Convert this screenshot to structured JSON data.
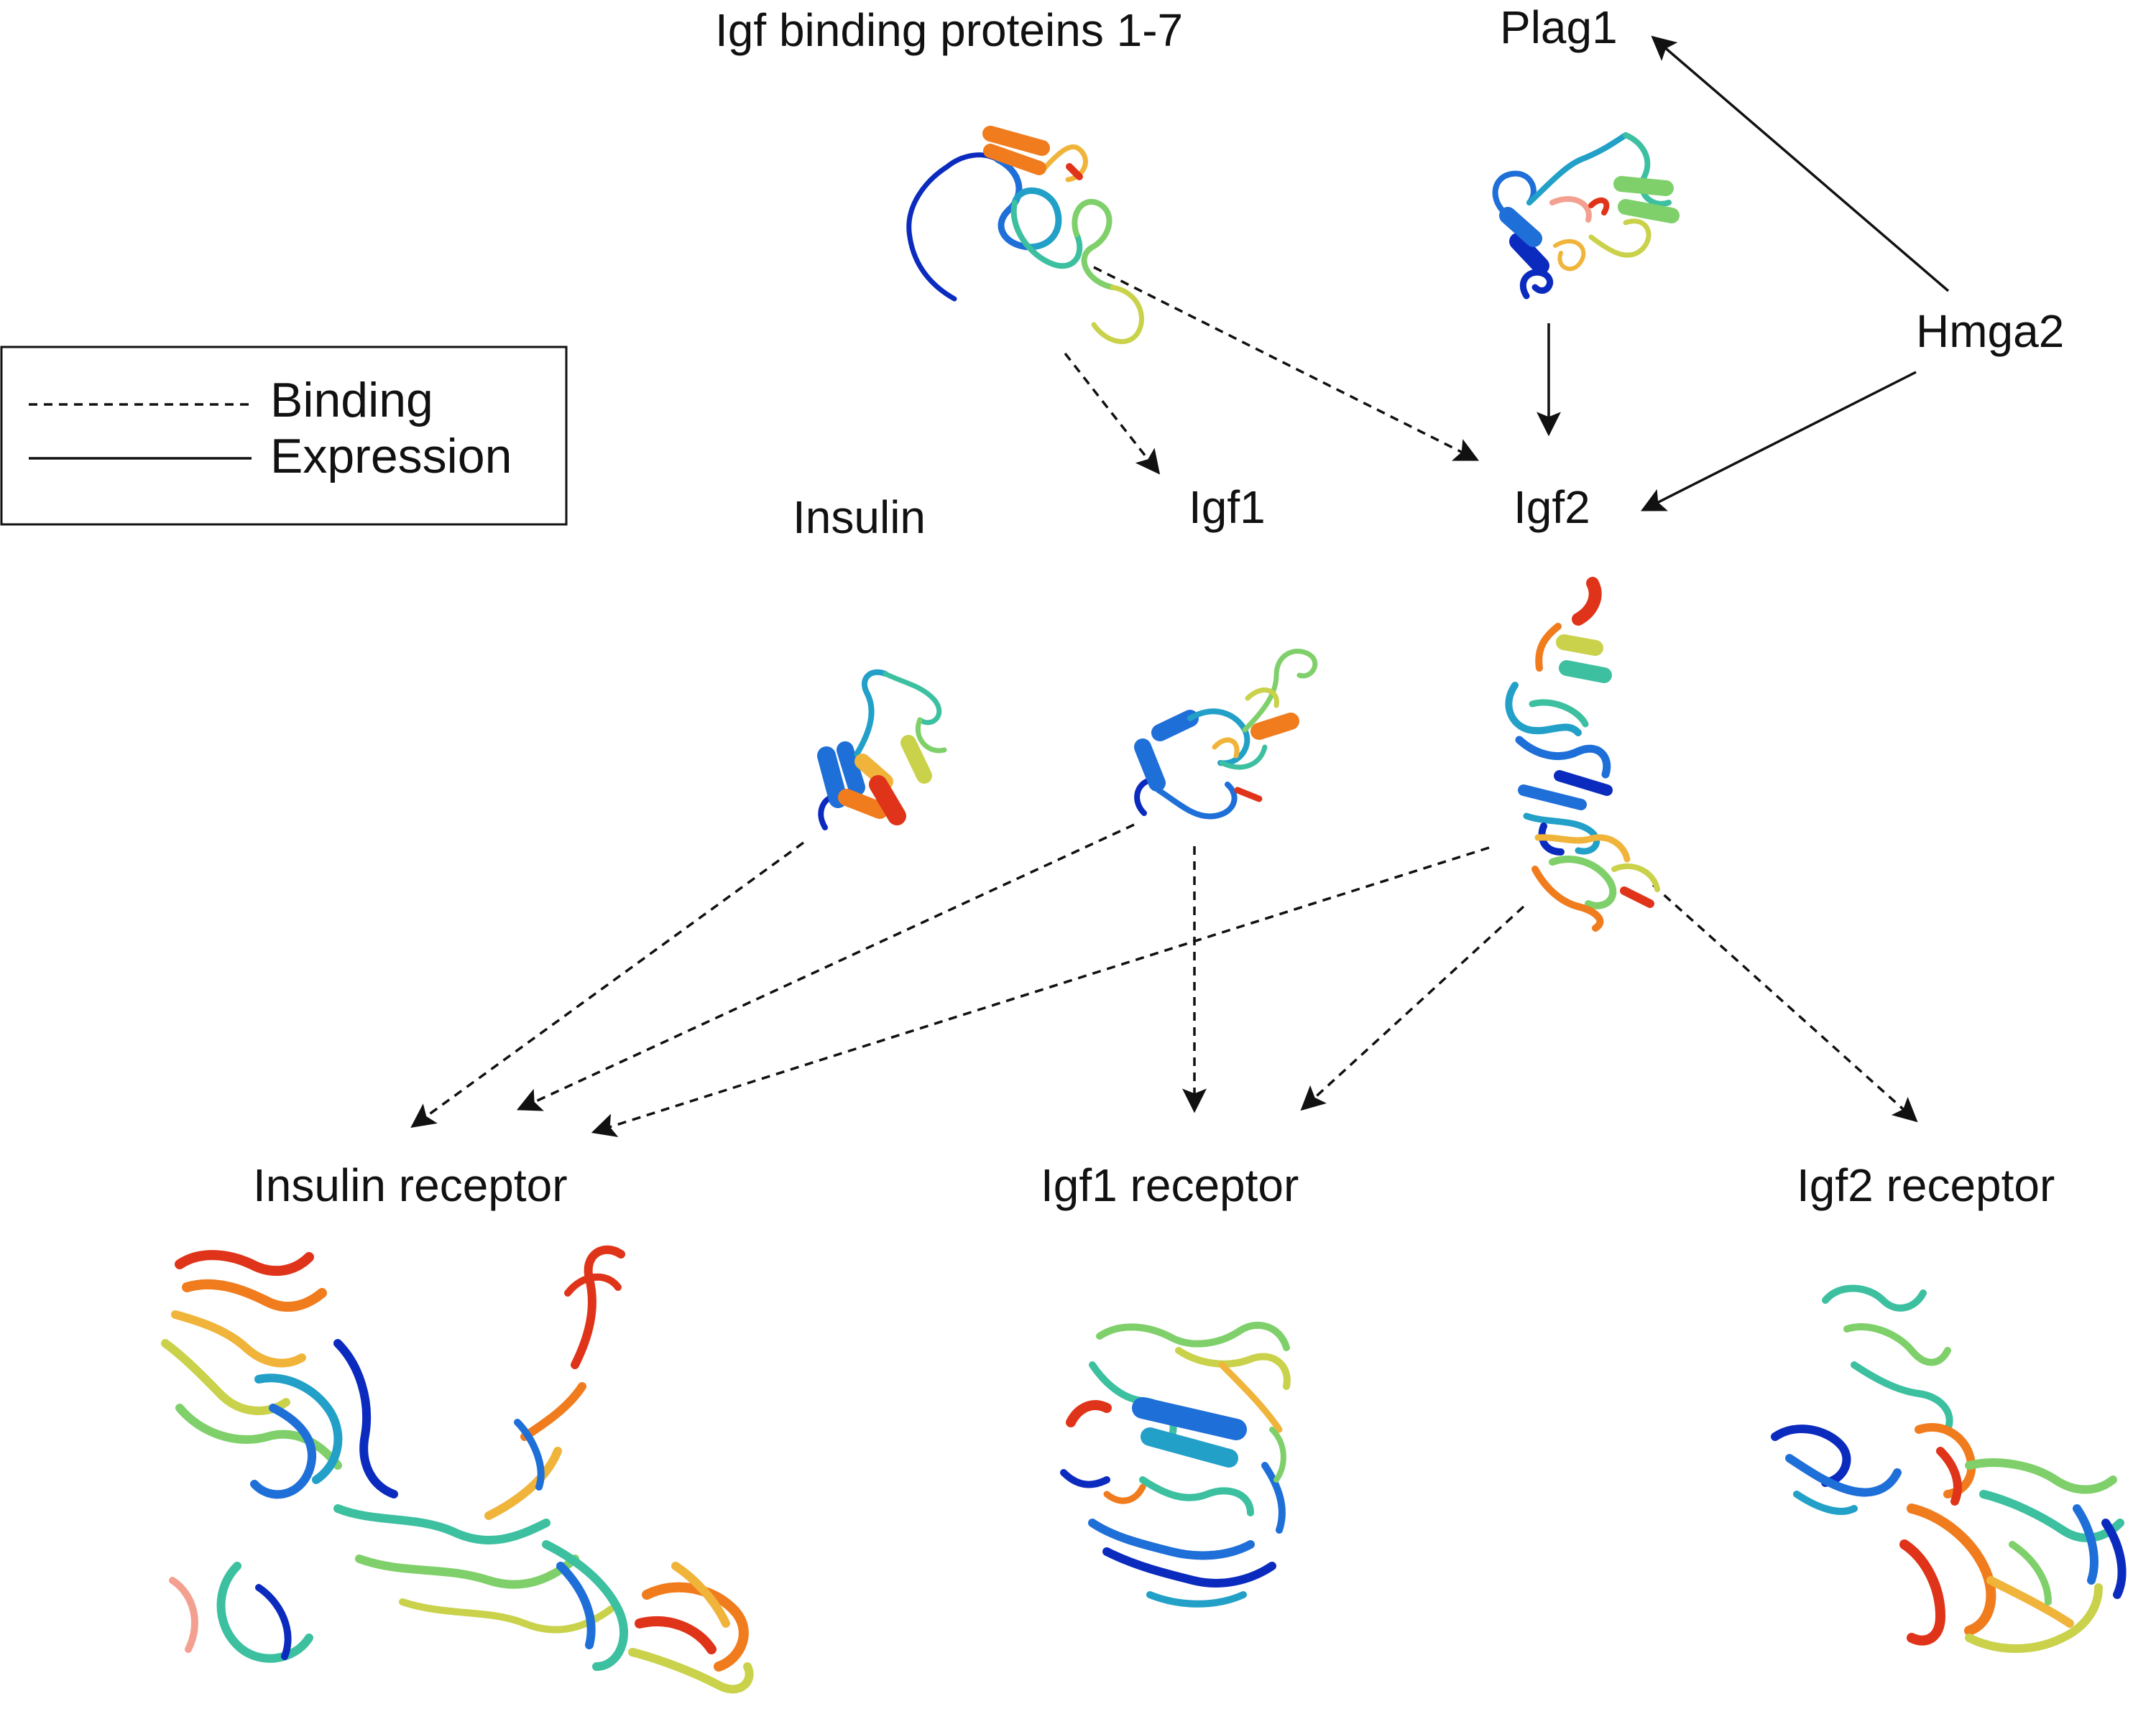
{
  "legend": {
    "binding_label": "Binding",
    "expression_label": "Expression"
  },
  "nodes": {
    "igfbp": "Igf binding proteins 1-7",
    "plag1": "Plag1",
    "hmga2": "Hmga2",
    "insulin": "Insulin",
    "igf1": "Igf1",
    "igf2": "Igf2",
    "insulin_receptor": "Insulin receptor",
    "igf1_receptor": "Igf1 receptor",
    "igf2_receptor": "Igf2 receptor"
  },
  "edges": [
    {
      "from": "igfbp",
      "to": "igf1",
      "type": "binding"
    },
    {
      "from": "igfbp",
      "to": "igf2",
      "type": "binding"
    },
    {
      "from": "plag1",
      "to": "igf2",
      "type": "expression"
    },
    {
      "from": "hmga2",
      "to": "plag1",
      "type": "expression"
    },
    {
      "from": "hmga2",
      "to": "igf2",
      "type": "expression"
    },
    {
      "from": "insulin",
      "to": "insulin_receptor",
      "type": "binding"
    },
    {
      "from": "igf1",
      "to": "insulin_receptor",
      "type": "binding"
    },
    {
      "from": "igf1",
      "to": "igf1_receptor",
      "type": "binding"
    },
    {
      "from": "igf2",
      "to": "insulin_receptor",
      "type": "binding"
    },
    {
      "from": "igf2",
      "to": "igf1_receptor",
      "type": "binding"
    },
    {
      "from": "igf2",
      "to": "igf2_receptor",
      "type": "binding"
    }
  ],
  "colors": {
    "edge": "#111111",
    "protein_palette": [
      "#0b2bbf",
      "#1f6fd8",
      "#22a0c8",
      "#3cc0a0",
      "#7fd06a",
      "#c9d24a",
      "#f0b43a",
      "#f07c1e",
      "#e0341a"
    ]
  }
}
